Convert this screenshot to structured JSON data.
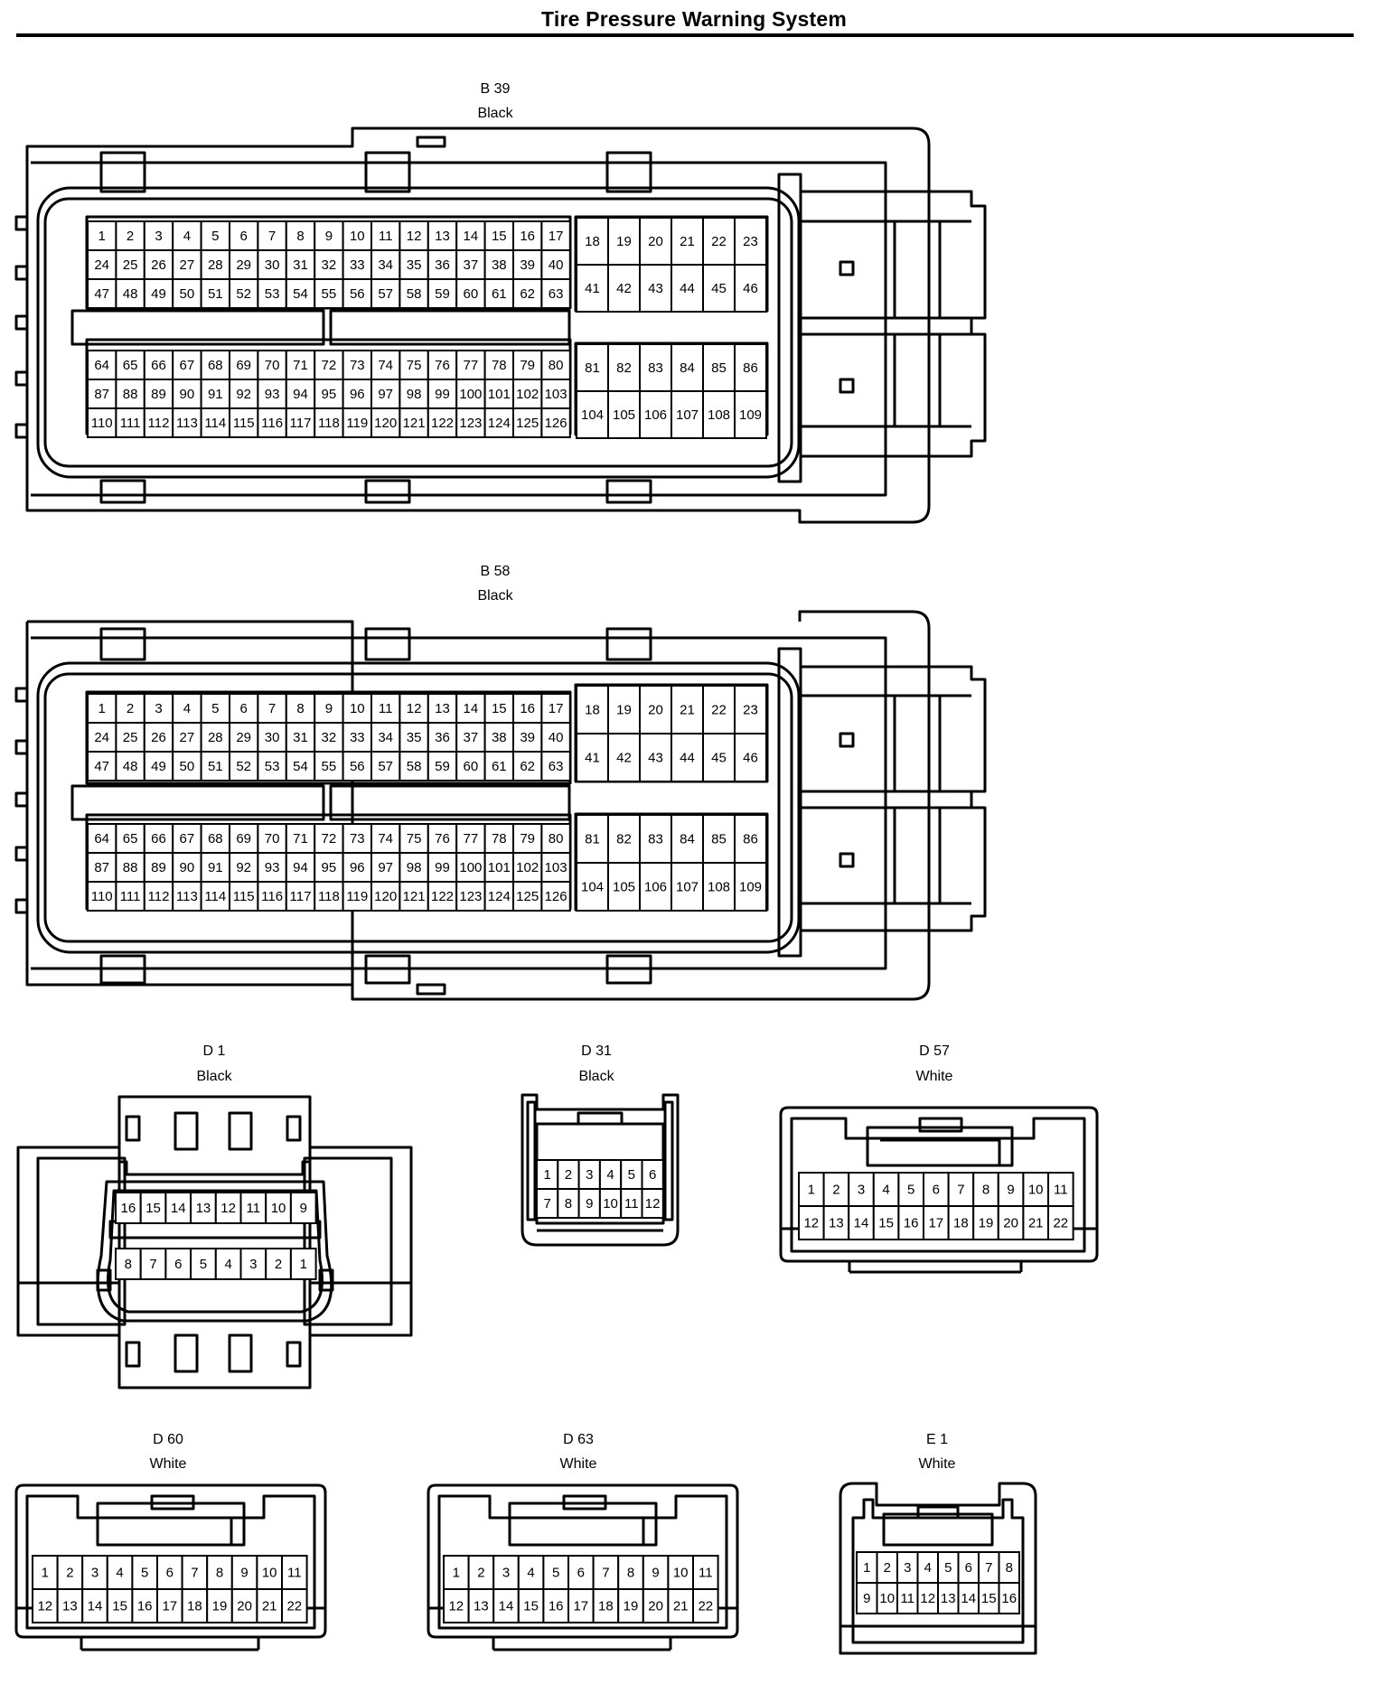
{
  "title": "Tire Pressure Warning System",
  "connectors": [
    {
      "id": "b39",
      "code": "B 39",
      "color": "Black"
    },
    {
      "id": "b58",
      "code": "B 58",
      "color": "Black"
    },
    {
      "id": "d1",
      "code": "D 1",
      "color": "Black"
    },
    {
      "id": "d31",
      "code": "D 31",
      "color": "Black"
    },
    {
      "id": "d57",
      "code": "D 57",
      "color": "White"
    },
    {
      "id": "d60",
      "code": "D 60",
      "color": "White"
    },
    {
      "id": "d63",
      "code": "D 63",
      "color": "White"
    },
    {
      "id": "e1",
      "code": "E 1",
      "color": "White"
    }
  ],
  "pinouts": {
    "large_ecu": {
      "block_a": [
        [
          1,
          2,
          3,
          4,
          5,
          6,
          7,
          8,
          9,
          10,
          11,
          12,
          13,
          14,
          15,
          16,
          17
        ],
        [
          24,
          25,
          26,
          27,
          28,
          29,
          30,
          31,
          32,
          33,
          34,
          35,
          36,
          37,
          38,
          39,
          40
        ],
        [
          47,
          48,
          49,
          50,
          51,
          52,
          53,
          54,
          55,
          56,
          57,
          58,
          59,
          60,
          61,
          62,
          63
        ]
      ],
      "block_b": [
        [
          18,
          19,
          20,
          21,
          22,
          23
        ],
        [
          41,
          42,
          43,
          44,
          45,
          46
        ]
      ],
      "block_c": [
        [
          64,
          65,
          66,
          67,
          68,
          69,
          70,
          71,
          72,
          73,
          74,
          75,
          76,
          77,
          78,
          79,
          80
        ],
        [
          87,
          88,
          89,
          90,
          91,
          92,
          93,
          94,
          95,
          96,
          97,
          98,
          99,
          100,
          101,
          102,
          103
        ],
        [
          110,
          111,
          112,
          113,
          114,
          115,
          116,
          117,
          118,
          119,
          120,
          121,
          122,
          123,
          124,
          125,
          126
        ]
      ],
      "block_d": [
        [
          81,
          82,
          83,
          84,
          85,
          86
        ],
        [
          104,
          105,
          106,
          107,
          108,
          109
        ]
      ]
    },
    "d1": [
      [
        16,
        15,
        14,
        13,
        12,
        11,
        10,
        9
      ],
      [
        8,
        7,
        6,
        5,
        4,
        3,
        2,
        1
      ]
    ],
    "d31": [
      [
        1,
        2,
        3,
        4,
        5,
        6
      ],
      [
        7,
        8,
        9,
        10,
        11,
        12
      ]
    ],
    "pin22": [
      [
        1,
        2,
        3,
        4,
        5,
        6,
        7,
        8,
        9,
        10,
        11
      ],
      [
        12,
        13,
        14,
        15,
        16,
        17,
        18,
        19,
        20,
        21,
        22
      ]
    ],
    "e1": [
      [
        1,
        2,
        3,
        4,
        5,
        6,
        7,
        8
      ],
      [
        9,
        10,
        11,
        12,
        13,
        14,
        15,
        16
      ]
    ]
  }
}
